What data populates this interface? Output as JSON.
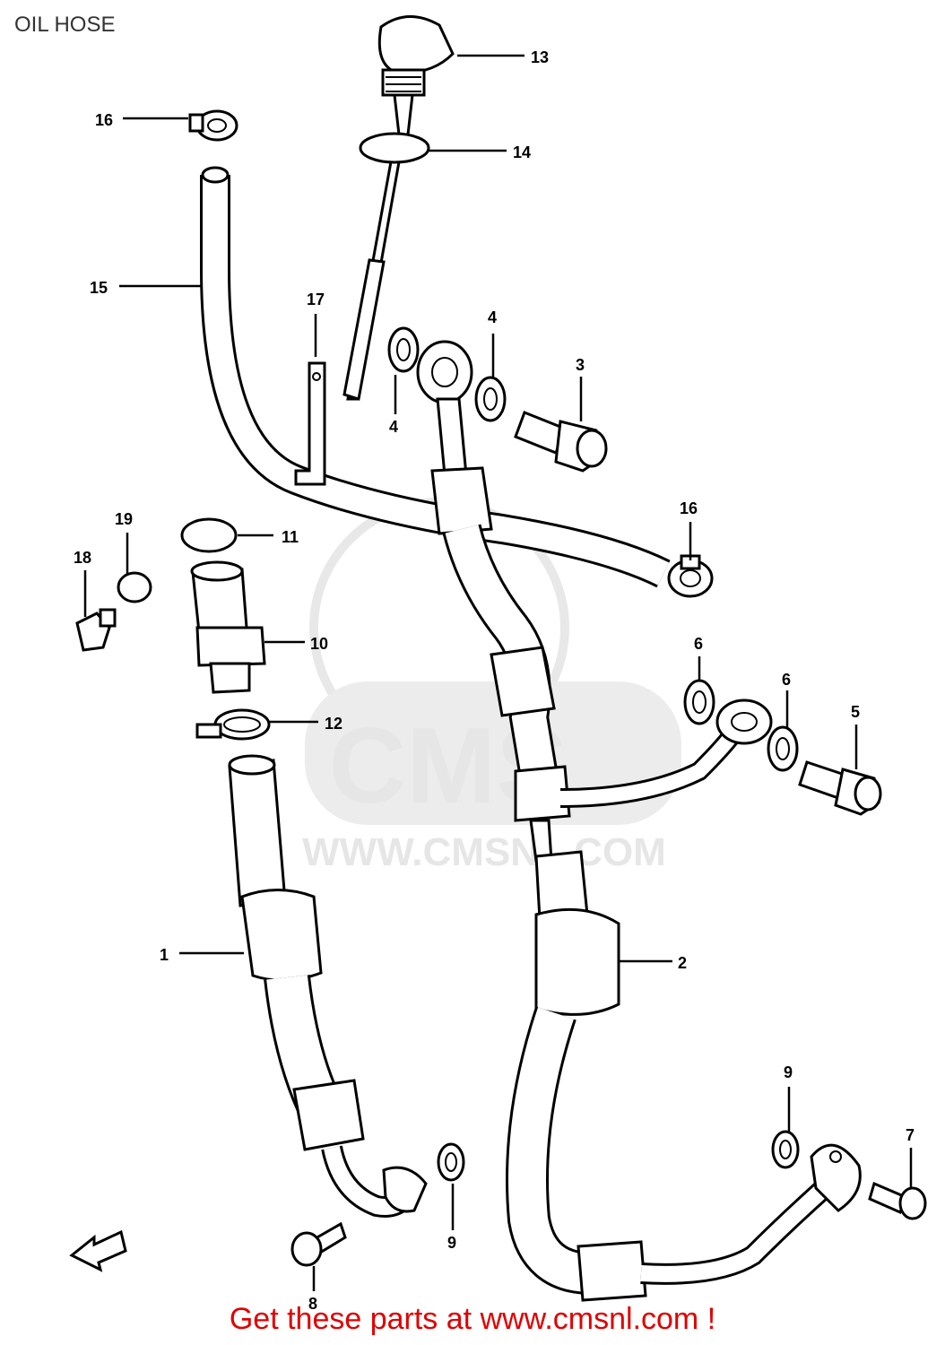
{
  "title": "OIL HOSE",
  "watermark": {
    "logo_text": "CMS",
    "url": "WWW.CMSNL.COM"
  },
  "footer": {
    "cta": "Get these parts at www.cmsnl.com !",
    "color": "#e00000"
  },
  "callouts": {
    "c1": "1",
    "c2": "2",
    "c3": "3",
    "c4a": "4",
    "c4b": "4",
    "c5": "5",
    "c6a": "6",
    "c6b": "6",
    "c7": "7",
    "c8": "8",
    "c9a": "9",
    "c9b": "9",
    "c10": "10",
    "c11": "11",
    "c12": "12",
    "c13": "13",
    "c14": "14",
    "c15": "15",
    "c16a": "16",
    "c16b": "16",
    "c17": "17",
    "c18": "18",
    "c19": "19"
  },
  "icons": {
    "direction_arrow": "front-arrow-icon"
  }
}
